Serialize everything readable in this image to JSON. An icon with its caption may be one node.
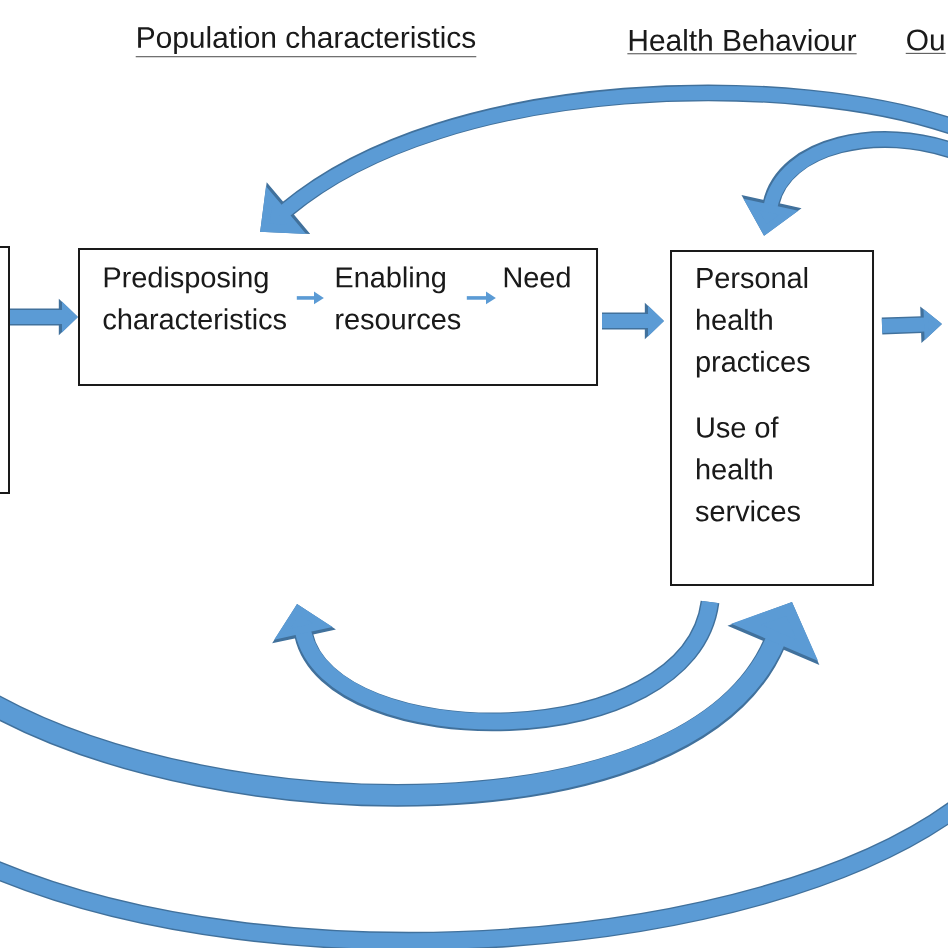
{
  "diagram": {
    "nodes": [
      {
        "text": [],
        "shape": "box"
      },
      {
        "text": [],
        "shape": "box"
      },
      {
        "text": [
          "Predisposing characteristics"
        ],
        "in": 1
      },
      {
        "text": [
          "Enabling resources"
        ],
        "in": 1
      },
      {
        "text": [
          "Need"
        ],
        "in": 1
      },
      {
        "text": [
          "Personal health practices",
          "Use of health services"
        ]
      }
    ],
    "edges": [
      {
        "from": 0,
        "to": 1,
        "arrow": "to"
      },
      {
        "from": 2,
        "to": 3,
        "arrow": "to"
      },
      {
        "from": 3,
        "to": 4,
        "arrow": "to"
      },
      {
        "from": 1,
        "to": 5,
        "arrow": "to"
      },
      {
        "from": 5,
        "to": null,
        "arrow": "to"
      },
      {
        "from": null,
        "to": 1,
        "arrow": "to"
      },
      {
        "from": null,
        "to": 5,
        "arrow": "to"
      },
      {
        "from": 5,
        "to": null,
        "arrow": "to"
      },
      {
        "from": null,
        "to": 5,
        "arrow": "to"
      }
    ],
    "labels": [
      "Population characteristics",
      "Health Behaviour",
      "Ou"
    ]
  }
}
